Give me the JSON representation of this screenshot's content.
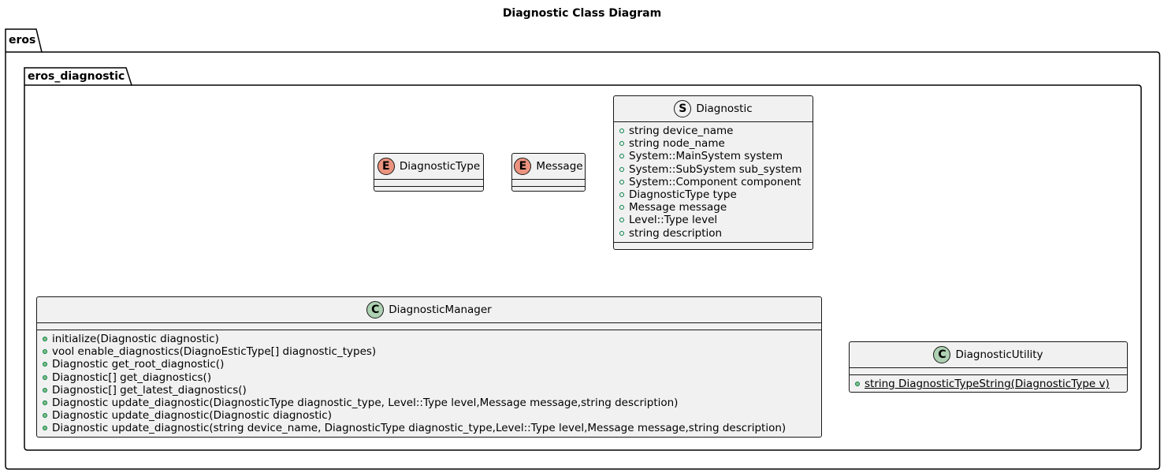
{
  "diagram": {
    "title": "Diagnostic Class Diagram",
    "packages": {
      "outer": "eros",
      "inner": "eros_diagnostic"
    },
    "classes": {
      "diagnostic_type": {
        "stereotype": "E",
        "name": "DiagnosticType"
      },
      "message": {
        "stereotype": "E",
        "name": "Message"
      },
      "diagnostic": {
        "stereotype": "S",
        "name": "Diagnostic",
        "fields": [
          "string device_name",
          "string node_name",
          "System::MainSystem system",
          "System::SubSystem sub_system",
          "System::Component component",
          "DiagnosticType type",
          "Message message",
          "Level::Type level",
          "string description"
        ]
      },
      "diagnostic_manager": {
        "stereotype": "C",
        "name": "DiagnosticManager",
        "methods": [
          "initialize(Diagnostic diagnostic)",
          "vool enable_diagnostics(DiagnoEsticType[] diagnostic_types)",
          "Diagnostic get_root_diagnostic()",
          "Diagnostic[] get_diagnostics()",
          "Diagnostic[] get_latest_diagnostics()",
          "Diagnostic update_diagnostic(DiagnosticType diagnostic_type, Level::Type level,Message message,string description)",
          "Diagnostic update_diagnostic(Diagnostic diagnostic)",
          "Diagnostic update_diagnostic(string device_name, DiagnosticType diagnostic_type,Level::Type level,Message message,string description)"
        ]
      },
      "diagnostic_utility": {
        "stereotype": "C",
        "name": "DiagnosticUtility",
        "methods": [
          "string DiagnosticTypeString(DiagnosticType v)"
        ]
      }
    }
  }
}
